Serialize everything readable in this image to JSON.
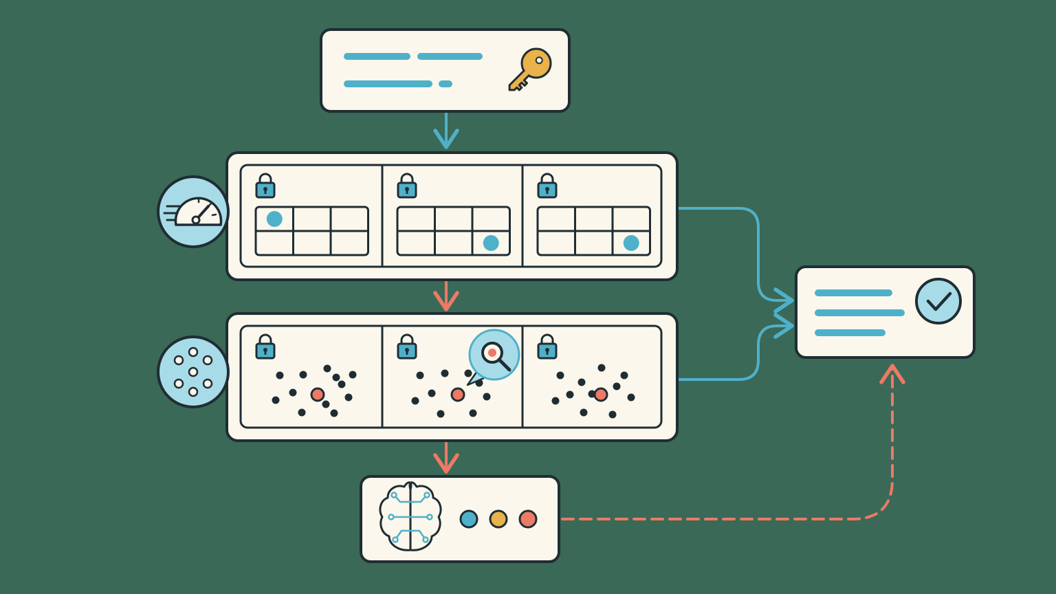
{
  "colors": {
    "background": "#3a6957",
    "card_fill": "#fbf7ec",
    "outline": "#1f2d33",
    "accent_blue": "#4fb1c9",
    "accent_red": "#ec7a66",
    "key_gold": "#eab24a",
    "circle_fill": "#a8dbe8",
    "dot_yellow": "#eab24a"
  },
  "icons": {
    "key": "key-icon",
    "lock": "padlock-icon",
    "speed": "speedometer-icon",
    "cluster": "dot-cluster-icon",
    "search": "magnifier-icon",
    "check": "checkmark-icon",
    "brain": "brain-circuit-icon"
  },
  "grid_highlights": [
    {
      "row": 0,
      "col": 0
    },
    {
      "row": 1,
      "col": 2
    },
    {
      "row": 1,
      "col": 2
    }
  ],
  "connections": [
    {
      "from": "key-card",
      "to": "encrypted-table-row",
      "style": "solid-blue"
    },
    {
      "from": "encrypted-table-row",
      "to": "encrypted-scatter-row",
      "style": "solid-red"
    },
    {
      "from": "encrypted-scatter-row",
      "to": "brain-card",
      "style": "solid-red"
    },
    {
      "from": "encrypted-table-row",
      "to": "result-card",
      "style": "solid-blue"
    },
    {
      "from": "encrypted-scatter-row",
      "to": "result-card",
      "style": "solid-blue"
    },
    {
      "from": "brain-card",
      "to": "result-card",
      "style": "dashed-red"
    }
  ],
  "result_dots": [
    "blue",
    "yellow",
    "red"
  ]
}
